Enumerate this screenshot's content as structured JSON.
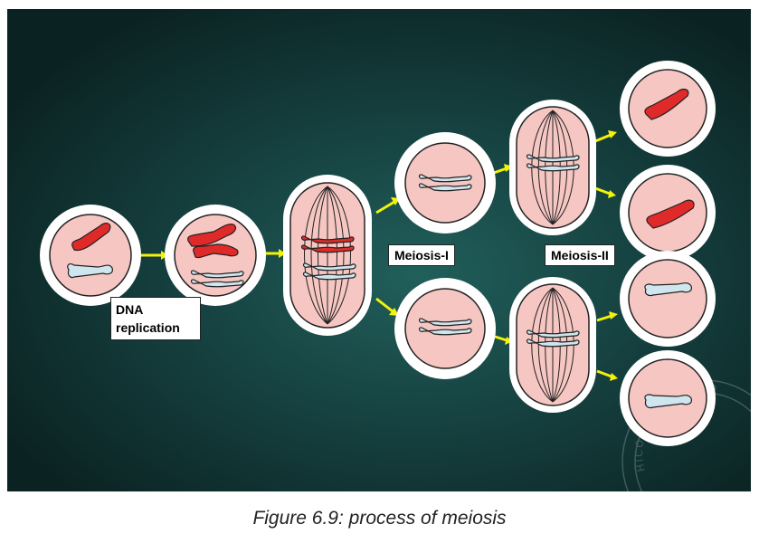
{
  "labels": {
    "dna_line1": "DNA",
    "dna_line2": "replication",
    "meiosis1": "Meiosis-I",
    "meiosis2": "Meiosis-II"
  },
  "watermark": "HICOMMAN LIMITED",
  "caption": "Figure 6.9: process of meiosis",
  "colors": {
    "background_dark": "#0d2b2b",
    "background_glow": "#1f5f5c",
    "cell_fill": "#f6c6c2",
    "cell_halo": "#ffffff",
    "chromosome_red": "#e02a2a",
    "chromosome_blue": "#cfe6ef",
    "arrow": "#f2f20a"
  }
}
